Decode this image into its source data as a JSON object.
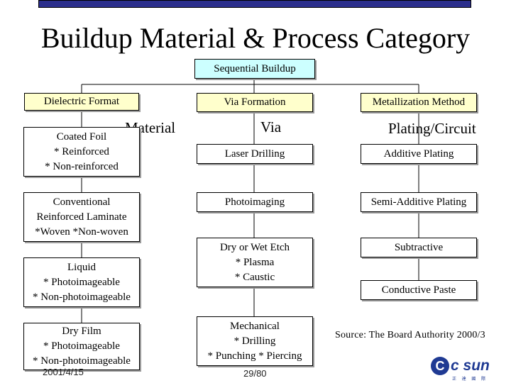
{
  "title": "Buildup Material & Process Category",
  "root": "Sequential Buildup",
  "columns": [
    {
      "header": "Dielectric Format",
      "heading": "Material",
      "items": [
        "Coated Foil\n* Reinforced\n* Non-reinforced",
        "Conventional\nReinforced Laminate\n*Woven *Non-woven",
        "Liquid\n* Photoimageable\n* Non-photoimageable",
        "Dry Film\n* Photoimageable\n* Non-photoimageable"
      ]
    },
    {
      "header": "Via Formation",
      "heading": "Via",
      "items": [
        "Laser Drilling",
        "Photoimaging",
        "Dry or Wet Etch\n* Plasma\n* Caustic",
        "Mechanical\n* Drilling\n* Punching  * Piercing"
      ]
    },
    {
      "header": "Metallization Method",
      "heading": "Plating/Circuit",
      "items": [
        "Additive Plating",
        "Semi-Additive Plating",
        "Subtractive",
        "Conductive Paste"
      ]
    }
  ],
  "source": "Source: The Board Authority 2000/3",
  "footer": {
    "date": "2001/4/15",
    "page": "29/80"
  },
  "logo": {
    "mark": "C",
    "text": "c sun",
    "sub": "正 達 國 際"
  },
  "colors": {
    "root_fill": "#ccffff",
    "header_fill": "#ffffcc",
    "box_fill": "#ffffff",
    "top_bar": "#2b2e8c",
    "logo": "#1f3a93"
  }
}
